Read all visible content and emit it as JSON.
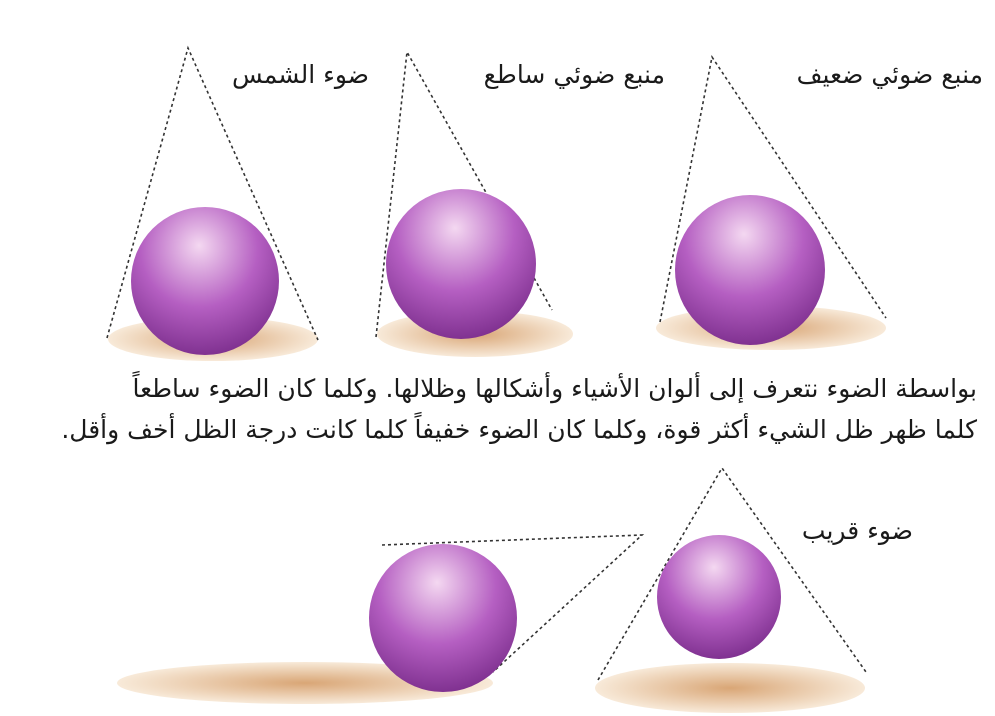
{
  "labels": {
    "weak_source": "منبع ضوئي ضعيف",
    "bright_source": "منبع ضوئي ساطع",
    "sunlight": "ضوء الشمس",
    "near_light": "ضوء قريب"
  },
  "paragraph": {
    "line1": "بواسطة الضوء نتعرف  إلى ألوان الأشياء وأشكالها وظلالها. وكلما كان الضوء ساطعاً",
    "line2": "كلما ظهر ظل الشيء أكثر قوة، وكلما كان الضوء خفيفاً كلما كانت درجة الظل أخف وأقل."
  },
  "colors": {
    "sphere_light": "#f4d8f1",
    "sphere_mid": "#b55fc2",
    "sphere_dark": "#7d2f8e",
    "shadow_light": "#f8ead9",
    "shadow_dark": "#d9a676",
    "light_cone_line": "#333333"
  }
}
